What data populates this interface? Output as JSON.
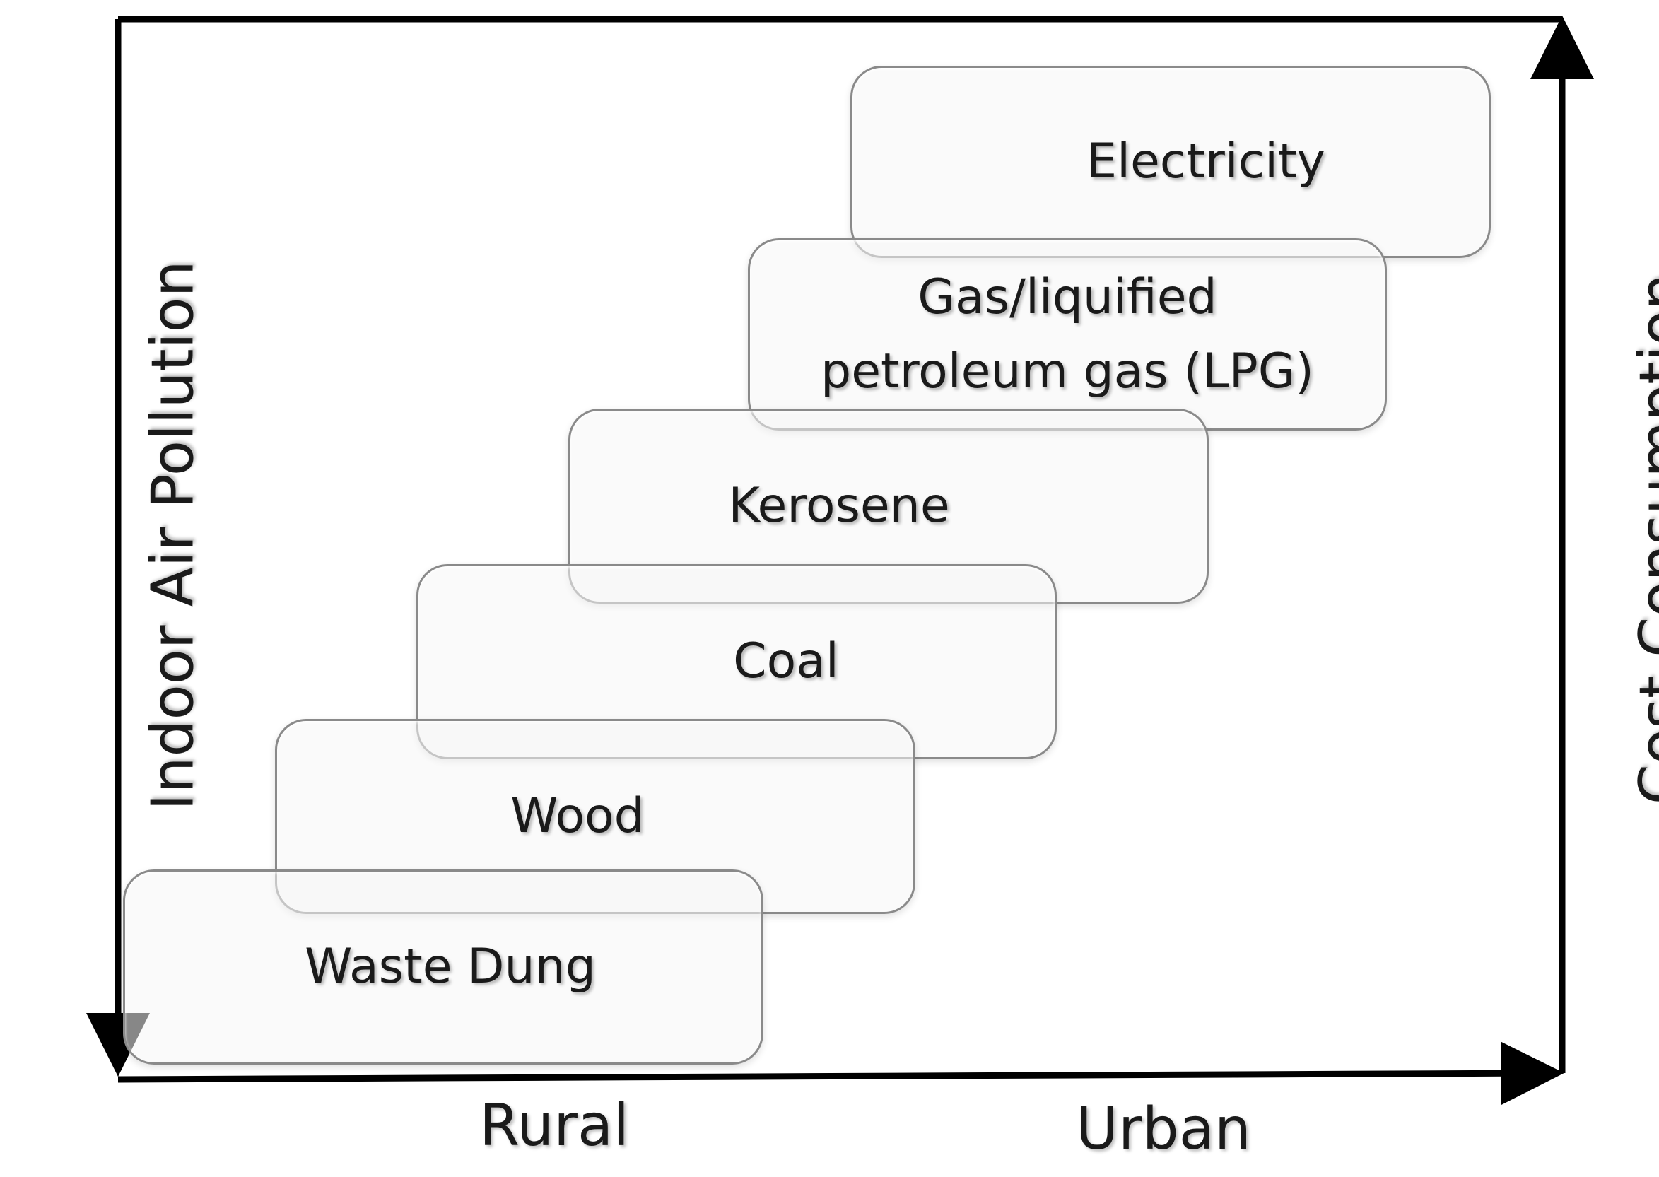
{
  "boxes": [
    {
      "label": "Electricity"
    },
    {
      "label": "Gas/liquified petroleum gas (LPG)"
    },
    {
      "label": "Kerosene"
    },
    {
      "label": "Coal"
    },
    {
      "label": "Wood"
    },
    {
      "label": "Waste Dung"
    }
  ],
  "axes": {
    "left": "Indoor Air Pollution",
    "right": "Cost Consumption",
    "bottom_left": "Rural",
    "bottom_right": "Urban"
  }
}
